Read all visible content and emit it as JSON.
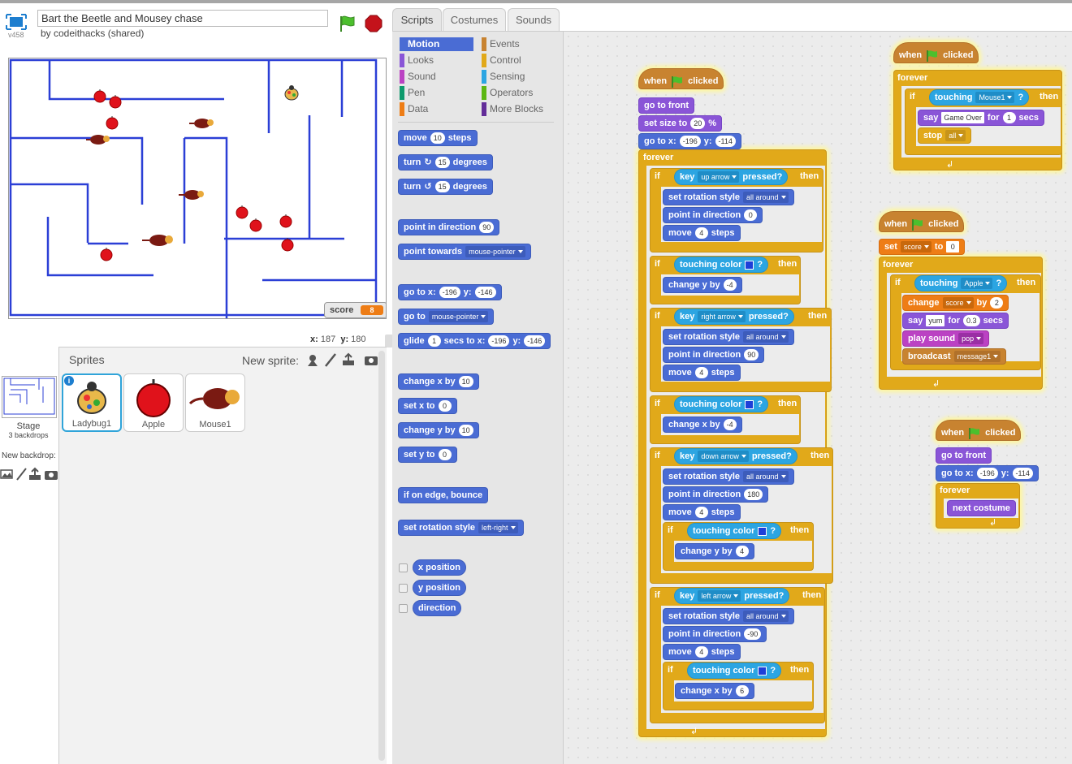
{
  "header": {
    "version": "v458",
    "project_title": "Bart the Beetle and Mousey chase",
    "author": "by codeithacks (shared)"
  },
  "stage": {
    "score_label": "score",
    "score_value": "8",
    "x_label": "x:",
    "x_value": "187",
    "y_label": "y:",
    "y_value": "180"
  },
  "sprites_pane": {
    "title": "Sprites",
    "new_sprite_label": "New sprite:",
    "stage_label": "Stage",
    "backdrops": "3 backdrops",
    "new_backdrop_label": "New backdrop:",
    "sprites": [
      {
        "name": "Ladybug1"
      },
      {
        "name": "Apple"
      },
      {
        "name": "Mouse1"
      }
    ]
  },
  "tabs": [
    "Scripts",
    "Costumes",
    "Sounds"
  ],
  "categories": [
    {
      "label": "Motion",
      "color": "#4a6cd4"
    },
    {
      "label": "Events",
      "color": "#c88330"
    },
    {
      "label": "Looks",
      "color": "#8a55d7"
    },
    {
      "label": "Control",
      "color": "#e1a91a"
    },
    {
      "label": "Sound",
      "color": "#bb42c3"
    },
    {
      "label": "Sensing",
      "color": "#2ca5e2"
    },
    {
      "label": "Pen",
      "color": "#0e9a6c"
    },
    {
      "label": "Operators",
      "color": "#5cb712"
    },
    {
      "label": "Data",
      "color": "#ee7d16"
    },
    {
      "label": "More Blocks",
      "color": "#632d99"
    }
  ],
  "palette": {
    "move": "move",
    "steps": "steps",
    "ten": "10",
    "turn": "turn",
    "degrees": "degrees",
    "fifteen": "15",
    "point_in_direction": "point in direction",
    "ninety": "90",
    "point_towards": "point towards",
    "mouse_pointer": "mouse-pointer",
    "go_to_x": "go to x:",
    "y": "y:",
    "neg196": "-196",
    "neg146": "-146",
    "go_to": "go to",
    "glide": "glide",
    "one": "1",
    "secs_to_x": "secs to x:",
    "change_x_by": "change x by",
    "set_x_to": "set x to",
    "change_y_by": "change y by",
    "set_y_to": "set y to",
    "zero": "0",
    "bounce": "if on edge, bounce",
    "set_rotation_style": "set rotation style",
    "left_right": "left-right",
    "x_position": "x position",
    "y_position": "y position",
    "direction": "direction"
  },
  "script1": {
    "when": "when",
    "clicked": "clicked",
    "go_to_front": "go to front",
    "set_size_to": "set size to",
    "size": "20",
    "pct": "%",
    "go_to_x": "go to x:",
    "x": "-196",
    "y_lbl": "y:",
    "y": "-114",
    "forever": "forever",
    "if": "if",
    "then": "then",
    "key": "key",
    "pressed": "pressed?",
    "up": "up arrow",
    "right": "right arrow",
    "down": "down arrow",
    "left": "left arrow",
    "set_rot": "set rotation style",
    "all_around": "all around",
    "point_dir": "point in direction",
    "d0": "0",
    "d90": "90",
    "d180": "180",
    "dm90": "-90",
    "move": "move",
    "four": "4",
    "steps": "steps",
    "touching_color": "touching color",
    "q": "?",
    "change_y_by": "change y by",
    "change_x_by": "change x by",
    "neg4": "-4",
    "pos4": "4",
    "pos6": "6"
  },
  "script2": {
    "when": "when",
    "clicked": "clicked",
    "forever": "forever",
    "if": "if",
    "touching": "touching",
    "mouse1": "Mouse1",
    "q": "?",
    "then": "then",
    "say": "say",
    "game_over": "Game Over",
    "for": "for",
    "one": "1",
    "secs": "secs",
    "stop": "stop",
    "all": "all"
  },
  "script3": {
    "when": "when",
    "clicked": "clicked",
    "set": "set",
    "score": "score",
    "to": "to",
    "zero": "0",
    "forever": "forever",
    "if": "if",
    "touching": "touching",
    "apple": "Apple",
    "q": "?",
    "then": "then",
    "change": "change",
    "by": "by",
    "two": "2",
    "say": "say",
    "yum": "yum",
    "for": "for",
    "secs_val": "0.3",
    "secs": "secs",
    "play_sound": "play sound",
    "pop": "pop",
    "broadcast": "broadcast",
    "message1": "message1"
  },
  "script4": {
    "when": "when",
    "clicked": "clicked",
    "go_to_front": "go to front",
    "go_to_x": "go to x:",
    "x": "-196",
    "y_lbl": "y:",
    "y": "-114",
    "forever": "forever",
    "next_costume": "next costume"
  }
}
